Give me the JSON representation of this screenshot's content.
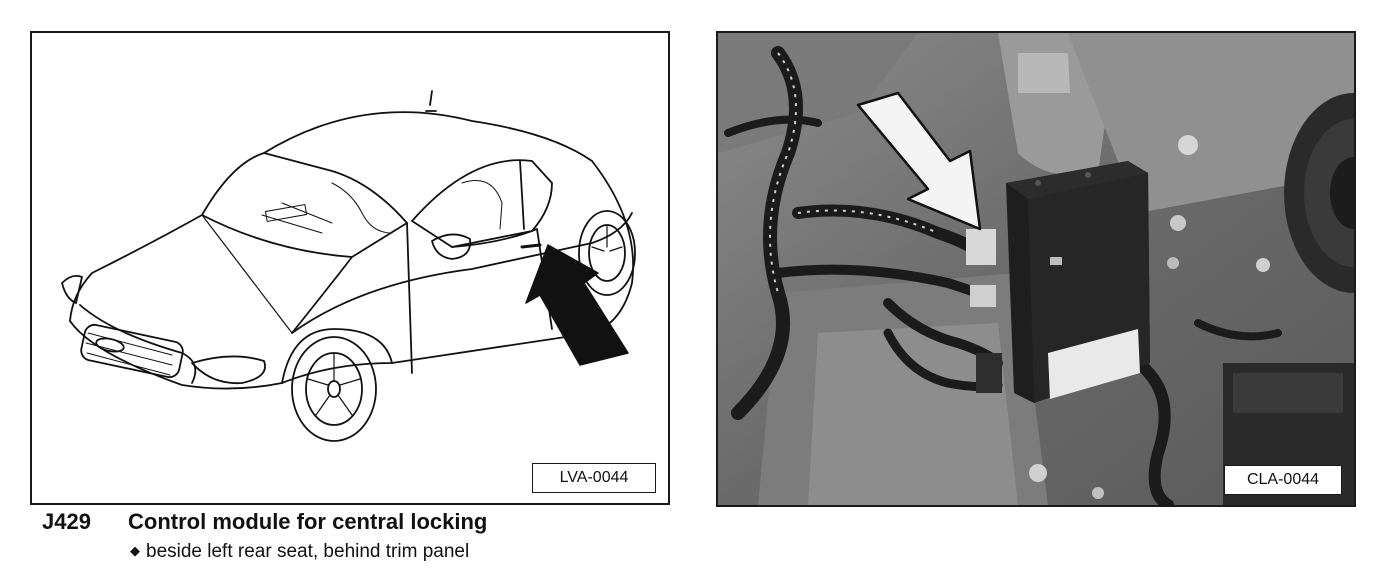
{
  "figure_left": {
    "reference_code": "LVA-0044",
    "illustration": "car-line-drawing"
  },
  "figure_right": {
    "reference_code": "CLA-0044",
    "illustration": "control-module-photo"
  },
  "caption": {
    "code": "J429",
    "title": "Control module for central locking",
    "bullet_text": "beside left rear seat, behind trim panel"
  },
  "colors": {
    "ink": "#111111",
    "photo_mid": "#6e6e6e",
    "module_dark": "#1e1e1e"
  }
}
